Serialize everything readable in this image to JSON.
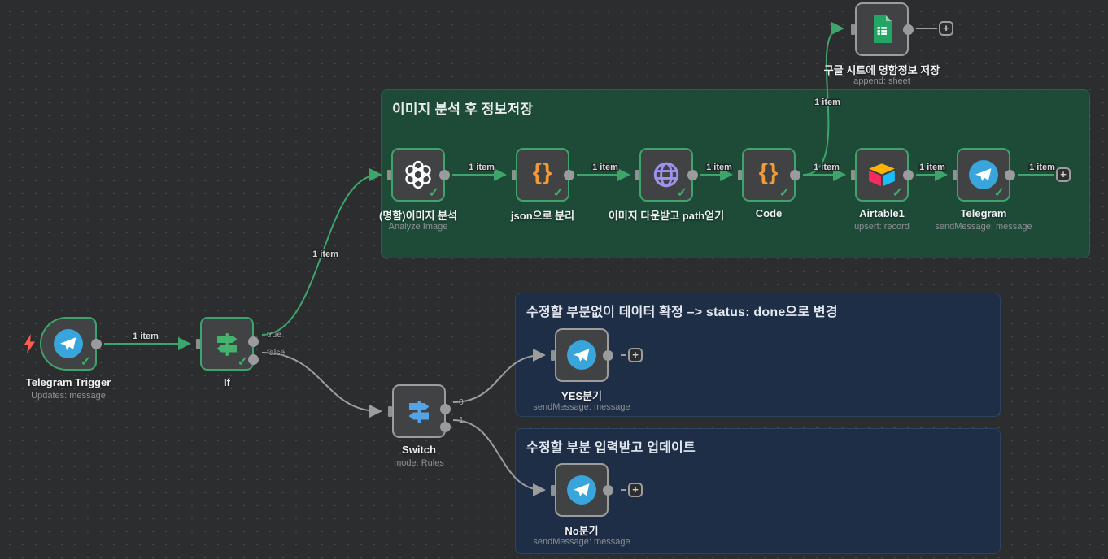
{
  "workflow": {
    "groups": {
      "analysis": {
        "title": "이미지 분석 후 정보저장"
      },
      "yes": {
        "title": "수정할 부분없이 데이터 확정 –> status: done으로 변경"
      },
      "no": {
        "title": "수정할 부분 입력받고 업데이트"
      }
    },
    "nodes": {
      "telegram_trigger": {
        "label": "Telegram Trigger",
        "sublabel": "Updates: message"
      },
      "if_node": {
        "label": "If",
        "sublabel": ""
      },
      "switch_node": {
        "label": "Switch",
        "sublabel": "mode: Rules"
      },
      "analyze_image": {
        "label": "(명함)이미지 분석",
        "sublabel": "Analyze Image"
      },
      "json_split": {
        "label": "json으로 분리",
        "sublabel": ""
      },
      "image_download": {
        "label": "이미지 다운받고 path얻기",
        "sublabel": ""
      },
      "code": {
        "label": "Code",
        "sublabel": ""
      },
      "airtable1": {
        "label": "Airtable1",
        "sublabel": "upsert: record"
      },
      "telegram_send": {
        "label": "Telegram",
        "sublabel": "sendMessage: message"
      },
      "google_sheets": {
        "label": "구글 시트에 명함정보 저장",
        "sublabel": "append: sheet"
      },
      "yes_branch": {
        "label": "YES분기",
        "sublabel": "sendMessage: message"
      },
      "no_branch": {
        "label": "No분기",
        "sublabel": "sendMessage: message"
      }
    },
    "ports": {
      "true": "true",
      "false": "false",
      "out0": "0",
      "out1": "1"
    },
    "connection_label": "1 item",
    "plus_label": "+",
    "icons": {
      "check": "✓",
      "braces": "{}"
    },
    "colors": {
      "success_green": "#3da56b",
      "inactive_gray": "#9d9d9d",
      "sticky_green": "#1d4b38",
      "sticky_blue": "#1e2e46",
      "canvas_bg": "#2c2d2e",
      "node_bg": "#414244",
      "json_orange": "#f29a38",
      "globe_purple": "#9e92ee",
      "telegram_blue": "#38a5dd",
      "if_green": "#45b36b",
      "switch_blue": "#55a3e4",
      "sheets_green": "#23a566",
      "airtable_yellow": "#fcb400",
      "airtable_pink": "#f82b60",
      "airtable_cyan": "#18bfff",
      "bolt_red": "#ff5e4d"
    }
  }
}
